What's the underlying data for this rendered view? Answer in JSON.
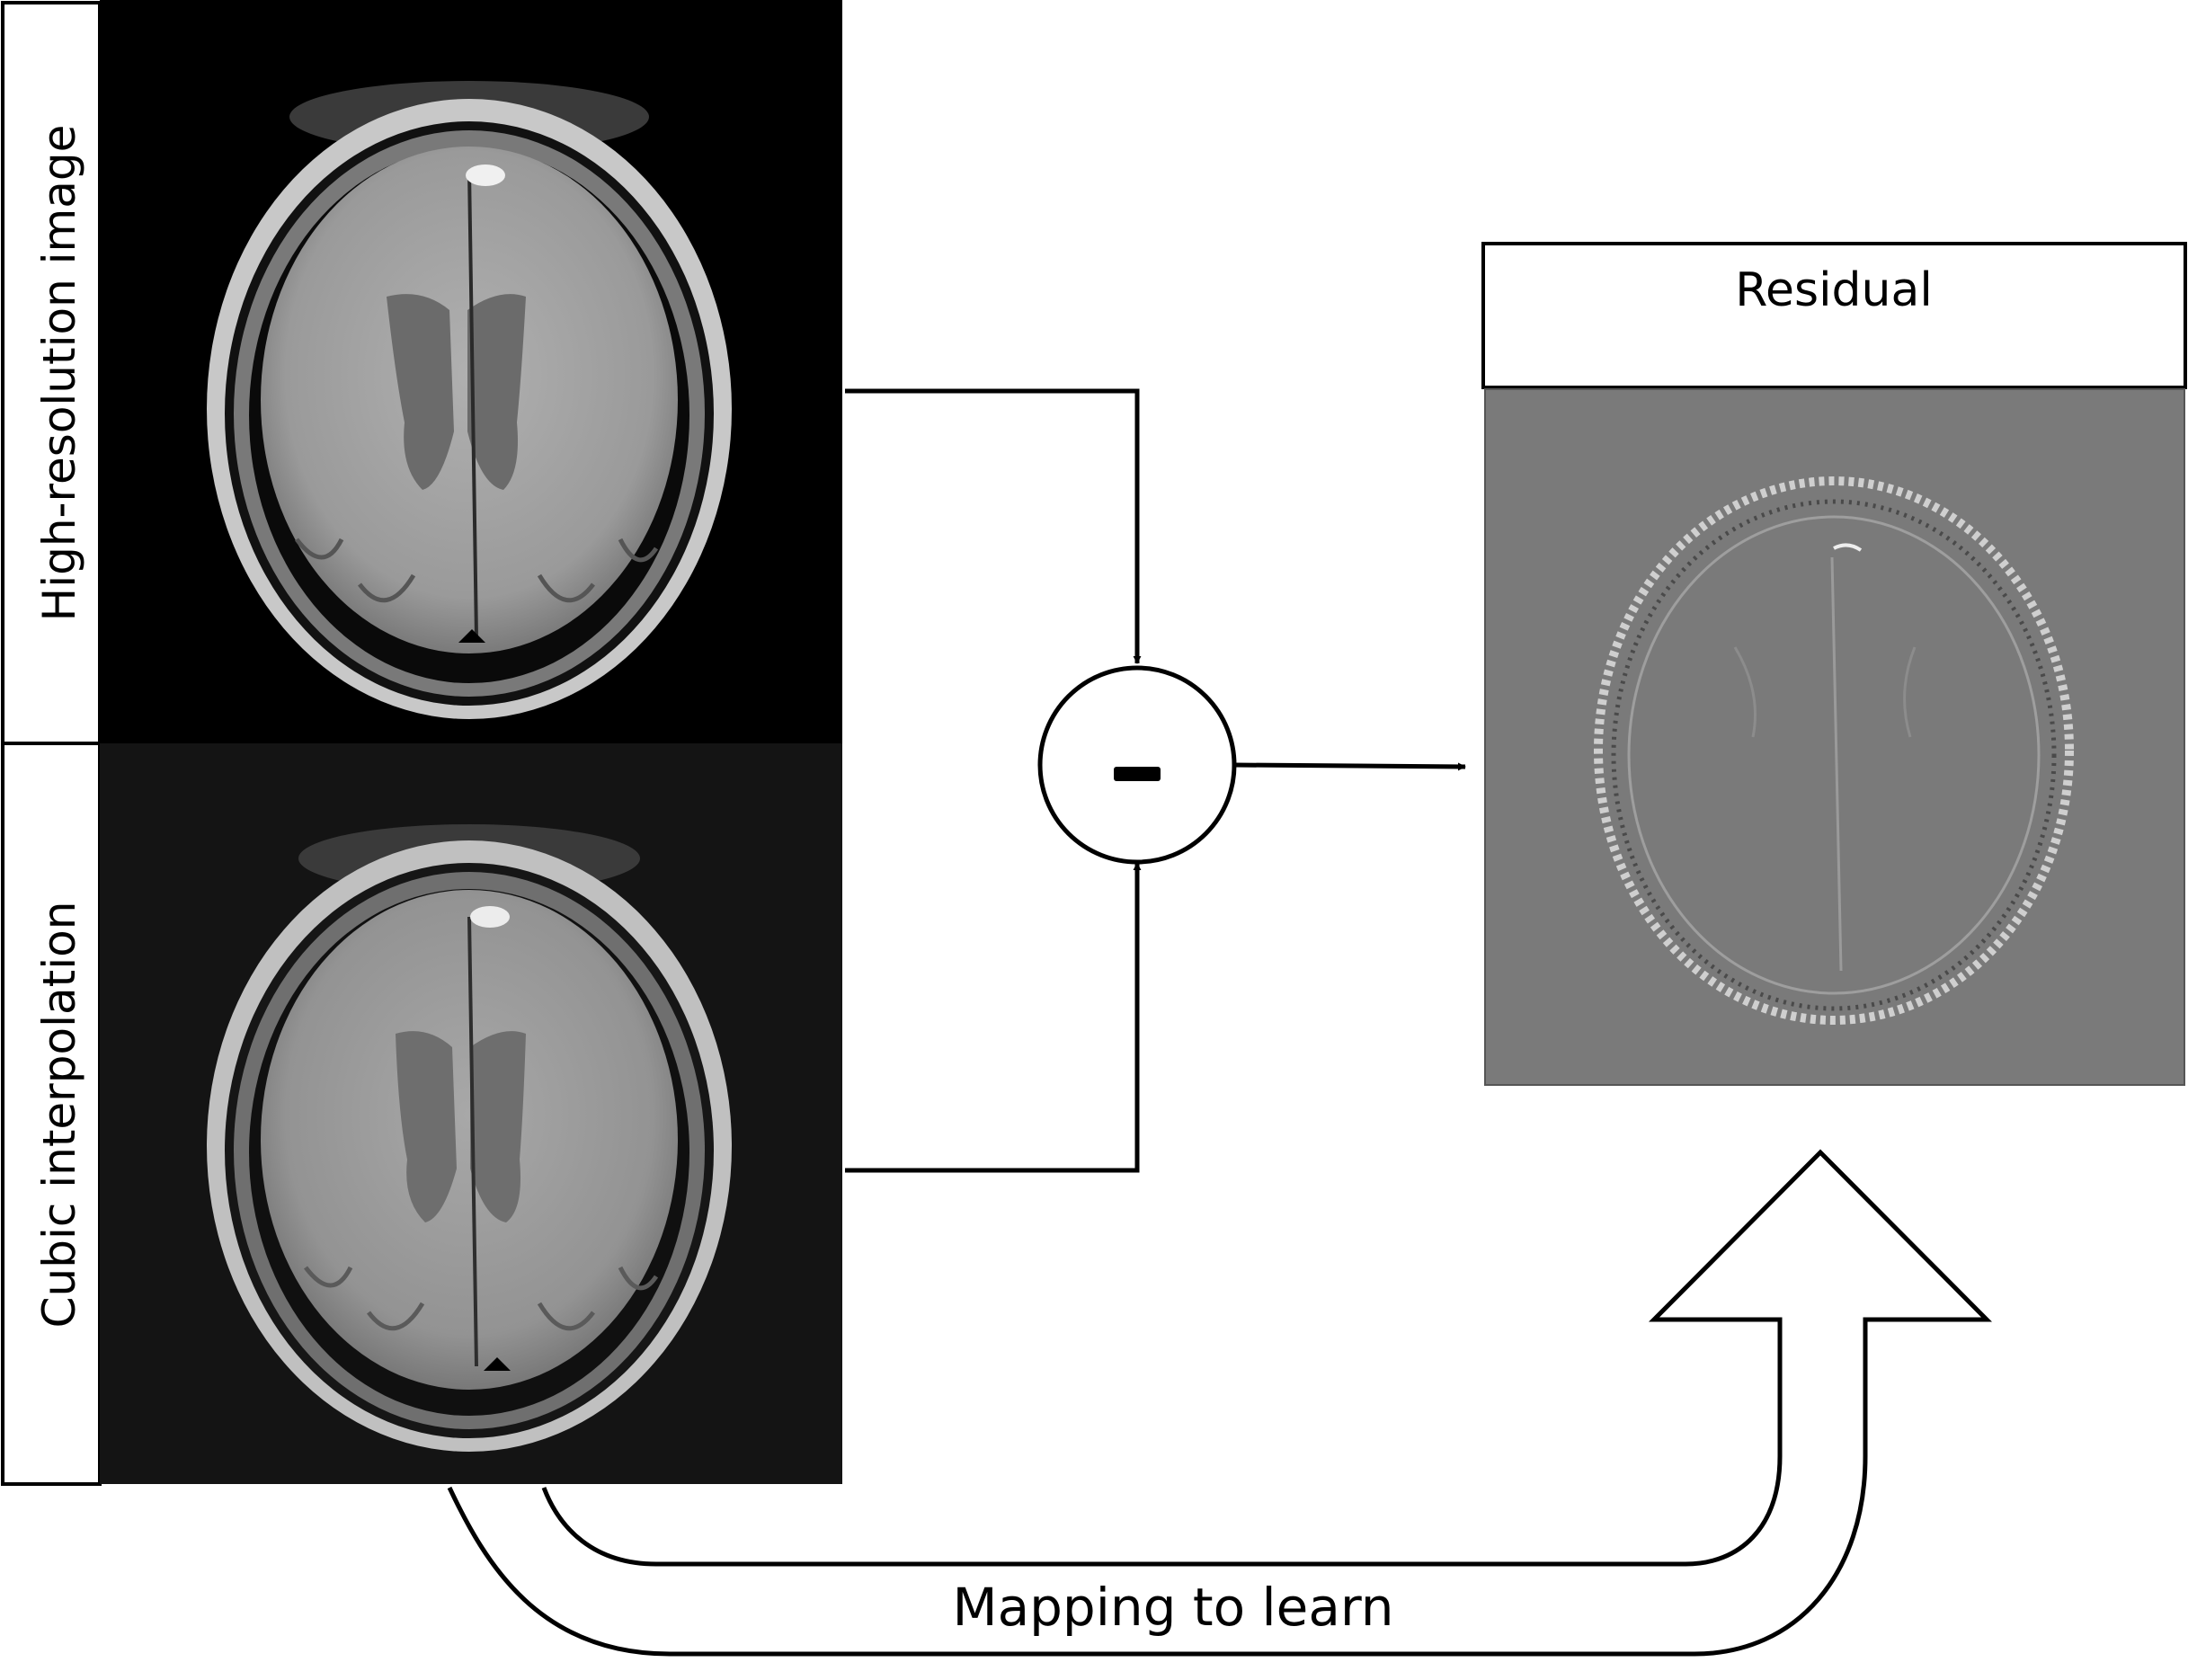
{
  "panels": {
    "top_label": "High-resolution image",
    "bottom_label": "Cubic interpolation"
  },
  "residual": {
    "title": "Residual"
  },
  "operator": {
    "symbol": "–"
  },
  "mapping": {
    "label": "Mapping to learn"
  },
  "colors": {
    "hr_background": "#000000",
    "interp_background": "#141414",
    "residual_background": "#7a7a7a",
    "brain_tissue": "#9a9a9a",
    "ventricle": "#6b6b6b",
    "skull": "#d8d8d8"
  }
}
